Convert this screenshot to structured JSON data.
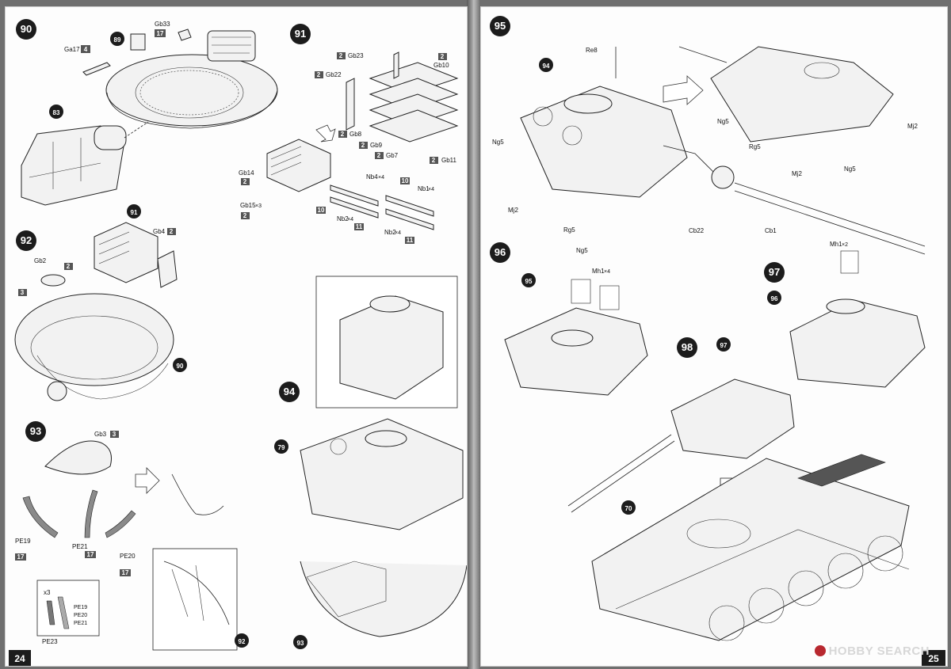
{
  "pages": {
    "left_number": "24",
    "right_number": "25"
  },
  "steps": {
    "s90": "90",
    "s91": "91",
    "s92": "92",
    "s93": "93",
    "s94": "94",
    "s95": "95",
    "s96": "96",
    "s97": "97",
    "s98": "98"
  },
  "refs": {
    "r89": "89",
    "r83": "83",
    "r91": "91",
    "r90": "90",
    "r92": "92",
    "r93": "93",
    "r79": "79",
    "r94": "94",
    "r95": "95",
    "r96": "96",
    "r97": "97",
    "r70": "70"
  },
  "parts": {
    "Ga17": "Ga17",
    "Gb33": "Gb33",
    "Gb23": "Gb23",
    "Gb10": "Gb10",
    "Gb22": "Gb22",
    "Gb8": "Gb8",
    "Gb9": "Gb9",
    "Gb7": "Gb7",
    "Gb11": "Gb11",
    "Gb14": "Gb14",
    "Gb15": "Gb15",
    "Gb15x": "×3",
    "Nb4": "Nb4",
    "Nb4x": "×4",
    "Nb1": "Nb1",
    "Nb1x": "×4",
    "Nb2a": "Nb2",
    "Nb2ax": "×4",
    "Nb2b": "Nb2",
    "Nb2bx": "×4",
    "Gb4": "Gb4",
    "Gb2": "Gb2",
    "Gb3": "Gb3",
    "PE19": "PE19",
    "PE20": "PE20",
    "PE21": "PE21",
    "PE23": "PE23",
    "x3": "x3",
    "PE19b": "PE19",
    "PE20b": "PE20",
    "PE21b": "PE21",
    "Re8": "Re8",
    "Ng5a": "Ng5",
    "Ng5b": "Ng5",
    "Ng5c": "Ng5",
    "Ng5d": "Ng5",
    "Mj2a": "Mj2",
    "Mj2b": "Mj2",
    "Mj2c": "Mj2",
    "Rg5a": "Rg5",
    "Rg5b": "Rg5",
    "Cb22": "Cb22",
    "Cb1": "Cb1",
    "Mh1a": "Mh1",
    "Mh1ax": "×4",
    "Mh1b": "Mh1",
    "Mh1bx": "×2"
  },
  "paint_codes": {
    "p4": "4",
    "p17a": "17",
    "p2a": "2",
    "p2b": "2",
    "p2c": "2",
    "p2d": "2",
    "p2e": "2",
    "p2f": "2",
    "p2g": "2",
    "p2h": "2",
    "p10a": "10",
    "p10b": "10",
    "p11a": "11",
    "p11b": "11",
    "p3a": "3",
    "p2i": "2",
    "p3b": "3",
    "p17b": "17",
    "p17c": "17",
    "p17d": "17"
  },
  "watermark": "HOBBY SEARCH"
}
